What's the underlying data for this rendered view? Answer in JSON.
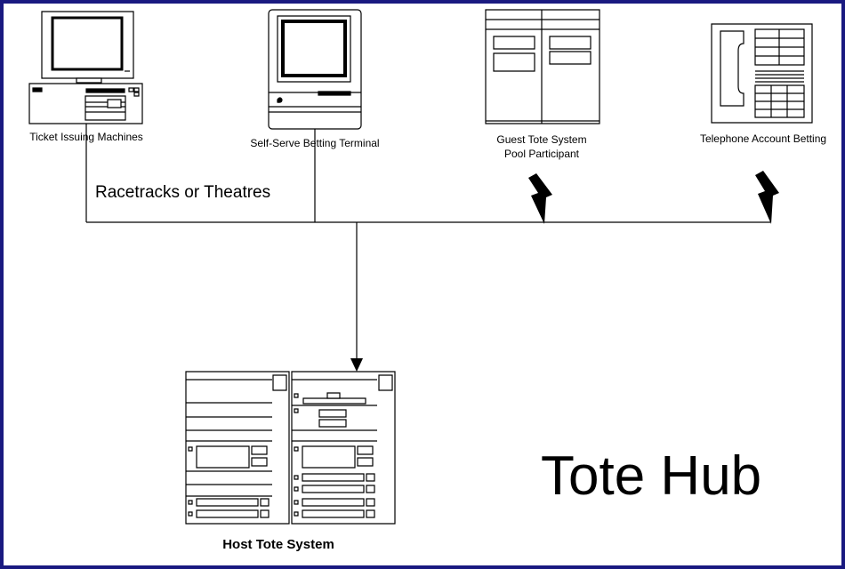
{
  "devices": {
    "ticket_issuing": {
      "label": "Ticket Issuing Machines"
    },
    "self_serve": {
      "label": "Self-Serve Betting Terminal"
    },
    "guest_tote": {
      "label_line1": "Guest Tote System",
      "label_line2": "Pool Participant"
    },
    "telephone": {
      "label": "Telephone Account Betting"
    }
  },
  "network": {
    "area_label": "Racetracks or Theatres"
  },
  "hub": {
    "title": "Tote Hub",
    "host_label": "Host Tote System"
  },
  "colors": {
    "frame": "#1a1a80",
    "line": "#000000",
    "background": "#ffffff"
  }
}
